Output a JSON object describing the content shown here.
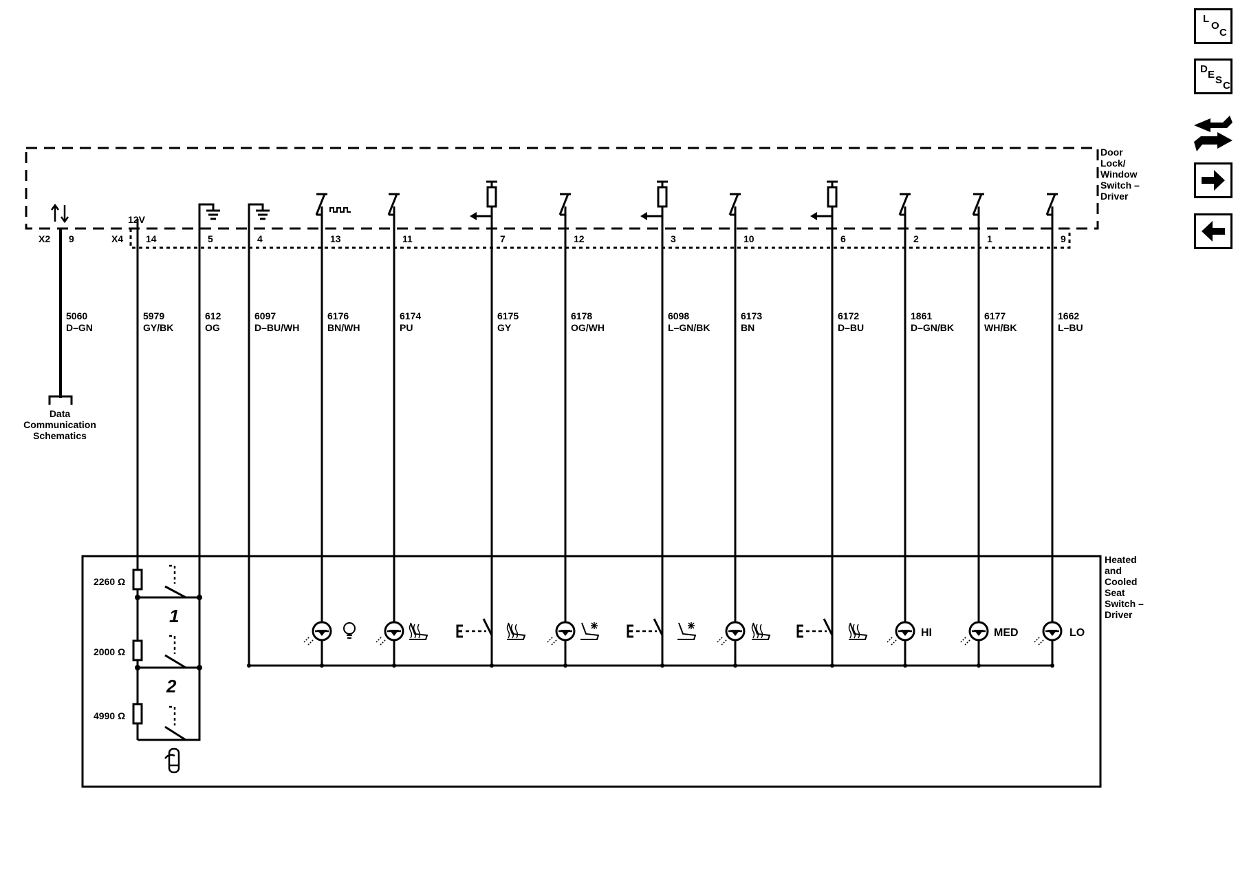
{
  "nav": {
    "loc": {
      "l1": "L",
      "l2": "O",
      "l3": "C"
    },
    "desc": {
      "l1": "D",
      "l2": "E",
      "l3": "S",
      "l4": "C"
    }
  },
  "upper_module": {
    "name_lines": [
      "Door",
      "Lock/",
      "Window",
      "Switch –",
      "Driver"
    ],
    "connector_x2": "X2",
    "connector_x4": "X4",
    "supply_label": "12V"
  },
  "lower_module": {
    "name_lines": [
      "Heated",
      "and",
      "Cooled",
      "Seat",
      "Switch –",
      "Driver"
    ],
    "resistors": [
      "2260 Ω",
      "2000 Ω",
      "4990 Ω"
    ],
    "preset_labels": [
      "1",
      "2"
    ]
  },
  "data_comm": {
    "lines": [
      "Data",
      "Communication",
      "Schematics"
    ]
  },
  "circuits": [
    {
      "pin": "9",
      "circuit": "5060",
      "color": "D–GN"
    },
    {
      "pin": "14",
      "circuit": "5979",
      "color": "GY/BK"
    },
    {
      "pin": "5",
      "circuit": "612",
      "color": "OG"
    },
    {
      "pin": "4",
      "circuit": "6097",
      "color": "D–BU/WH"
    },
    {
      "pin": "13",
      "circuit": "6176",
      "color": "BN/WH"
    },
    {
      "pin": "11",
      "circuit": "6174",
      "color": "PU"
    },
    {
      "pin": "7",
      "circuit": "6175",
      "color": "GY"
    },
    {
      "pin": "12",
      "circuit": "6178",
      "color": "OG/WH"
    },
    {
      "pin": "3",
      "circuit": "6098",
      "color": "L–GN/BK"
    },
    {
      "pin": "10",
      "circuit": "6173",
      "color": "BN"
    },
    {
      "pin": "6",
      "circuit": "6172",
      "color": "D–BU"
    },
    {
      "pin": "2",
      "circuit": "1861",
      "color": "D–GN/BK"
    },
    {
      "pin": "1",
      "circuit": "6177",
      "color": "WH/BK"
    },
    {
      "pin": "9",
      "circuit": "1662",
      "color": "L–BU"
    }
  ],
  "indicator_labels": {
    "hi": "HI",
    "med": "MED",
    "lo": "LO"
  }
}
